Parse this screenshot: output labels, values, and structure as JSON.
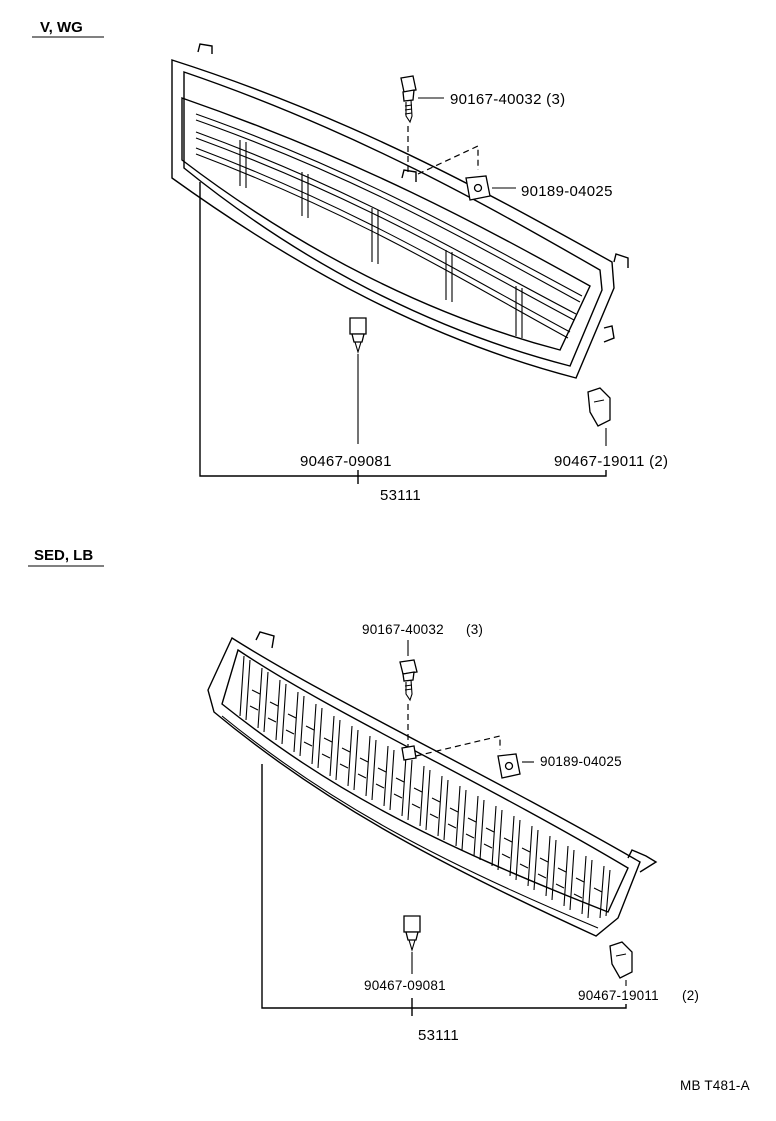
{
  "sections": {
    "top": {
      "title": "V, WG",
      "labels": {
        "bolt": "90167-40032 (3)",
        "nut": "90189-04025",
        "clip": "90467-09081",
        "retainer": "90467-19011 (2)",
        "grille": "53111"
      }
    },
    "bottom": {
      "title": "SED, LB",
      "labels": {
        "bolt_num": "90167-40032",
        "bolt_qty": "(3)",
        "nut": "90189-04025",
        "clip": "90467-09081",
        "retainer_num": "90467-19011",
        "retainer_qty": "(2)",
        "grille": "53111"
      }
    }
  },
  "footer": {
    "code": "MB T481-A"
  }
}
